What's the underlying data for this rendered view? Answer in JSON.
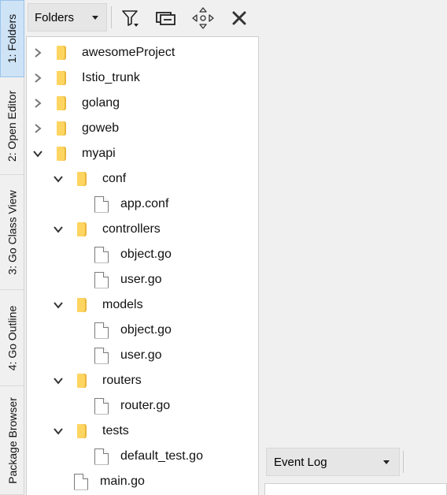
{
  "side_tabs": [
    {
      "label": "1: Folders",
      "active": true
    },
    {
      "label": "2: Open Editor",
      "active": false
    },
    {
      "label": "3: Go Class View",
      "active": false
    },
    {
      "label": "4: Go Outline",
      "active": false
    },
    {
      "label": "Package Browser",
      "active": false
    }
  ],
  "toolbar": {
    "folders_label": "Folders",
    "icons": [
      "filter-icon",
      "collapse-all-icon",
      "move-icon",
      "close-icon"
    ]
  },
  "tree": [
    {
      "label": "awesomeProject",
      "type": "folder",
      "depth": 0,
      "expanded": false
    },
    {
      "label": "Istio_trunk",
      "type": "folder",
      "depth": 0,
      "expanded": false
    },
    {
      "label": "golang",
      "type": "folder",
      "depth": 0,
      "expanded": false
    },
    {
      "label": "goweb",
      "type": "folder",
      "depth": 0,
      "expanded": false
    },
    {
      "label": "myapi",
      "type": "folder",
      "depth": 0,
      "expanded": true
    },
    {
      "label": "conf",
      "type": "folder",
      "depth": 1,
      "expanded": true
    },
    {
      "label": "app.conf",
      "type": "file",
      "depth": 2
    },
    {
      "label": "controllers",
      "type": "folder",
      "depth": 1,
      "expanded": true
    },
    {
      "label": "object.go",
      "type": "file",
      "depth": 2
    },
    {
      "label": "user.go",
      "type": "file",
      "depth": 2
    },
    {
      "label": "models",
      "type": "folder",
      "depth": 1,
      "expanded": true
    },
    {
      "label": "object.go",
      "type": "file",
      "depth": 2
    },
    {
      "label": "user.go",
      "type": "file",
      "depth": 2
    },
    {
      "label": "routers",
      "type": "folder",
      "depth": 1,
      "expanded": true
    },
    {
      "label": "router.go",
      "type": "file",
      "depth": 2
    },
    {
      "label": "tests",
      "type": "folder",
      "depth": 1,
      "expanded": true
    },
    {
      "label": "default_test.go",
      "type": "file",
      "depth": 2
    },
    {
      "label": "main.go",
      "type": "file",
      "depth": 1
    }
  ],
  "event_log": {
    "label": "Event Log"
  },
  "colors": {
    "active_tab": "#cfe3f7",
    "folder": "#ffd561",
    "background": "#f0f0f0"
  }
}
